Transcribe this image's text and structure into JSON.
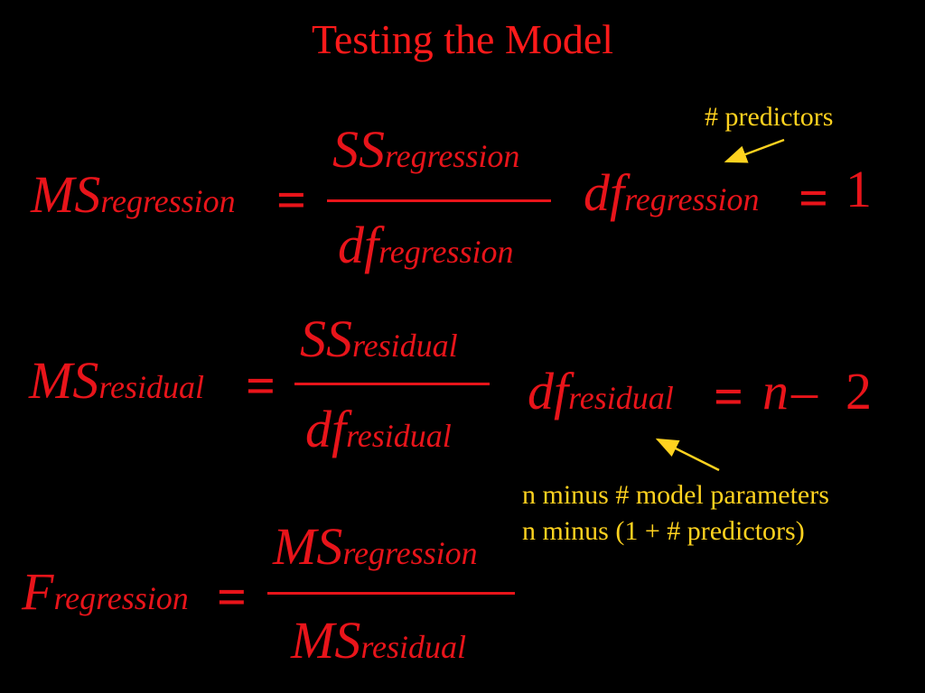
{
  "slide": {
    "title": "Testing the Model"
  },
  "colors": {
    "background": "#000000",
    "formula": "#e8141a",
    "title": "#ff1a1a",
    "annotation": "#ffd21f"
  },
  "formulas": {
    "ms_regression": {
      "lhs": "MS",
      "lhs_sub": "regression",
      "equals": "=",
      "num": "SS",
      "num_sub": "regression",
      "den": "df",
      "den_sub": "regression"
    },
    "df_regression": {
      "lhs": "df",
      "lhs_sub": "regression",
      "equals": "=",
      "rhs": "1"
    },
    "ms_residual": {
      "lhs": "MS",
      "lhs_sub": "residual",
      "equals": "=",
      "num": "SS",
      "num_sub": "residual",
      "den": "df",
      "den_sub": "residual"
    },
    "df_residual": {
      "lhs": "df",
      "lhs_sub": "residual",
      "equals": "=",
      "rhs_var": "n",
      "rhs_op": "–",
      "rhs_num": "2"
    },
    "f_regression": {
      "lhs": "F",
      "lhs_sub": "regression",
      "equals": "=",
      "num": "MS",
      "num_sub": "regression",
      "den": "MS",
      "den_sub": "residual"
    }
  },
  "annotations": {
    "predictors": "# predictors",
    "residual_line1": "n minus # model parameters",
    "residual_line2": "n minus (1 + # predictors)"
  }
}
